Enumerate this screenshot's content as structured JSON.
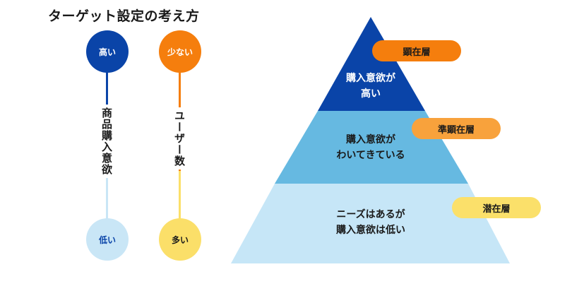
{
  "title": "ターゲット設定の考え方",
  "colors": {
    "dark_blue": "#0a44a8",
    "orange": "#f57e0d",
    "light_blue": "#c9e6f6",
    "pale_yellow": "#fbdf69",
    "mid_blue": "#66b9e1",
    "pale_blue": "#c6e6f7",
    "pill_orange": "#f8a23c",
    "pill_yellow": "#fbe06a"
  },
  "axes": {
    "purchase": {
      "top_label": "高い",
      "label": "商品購入意欲",
      "bottom_label": "低い"
    },
    "users": {
      "top_label": "少ない",
      "label": "ユーザー数",
      "bottom_label": "多い"
    }
  },
  "pyramid": {
    "top": {
      "text_line1": "購入意欲が",
      "text_line2": "高い",
      "pill": "顕在層"
    },
    "middle": {
      "text_line1": "購入意欲が",
      "text_line2": "わいてきている",
      "pill": "準顕在層"
    },
    "bottom": {
      "text_line1": "ニーズはあるが",
      "text_line2": "購入意欲は低い",
      "pill": "潜在層"
    }
  }
}
